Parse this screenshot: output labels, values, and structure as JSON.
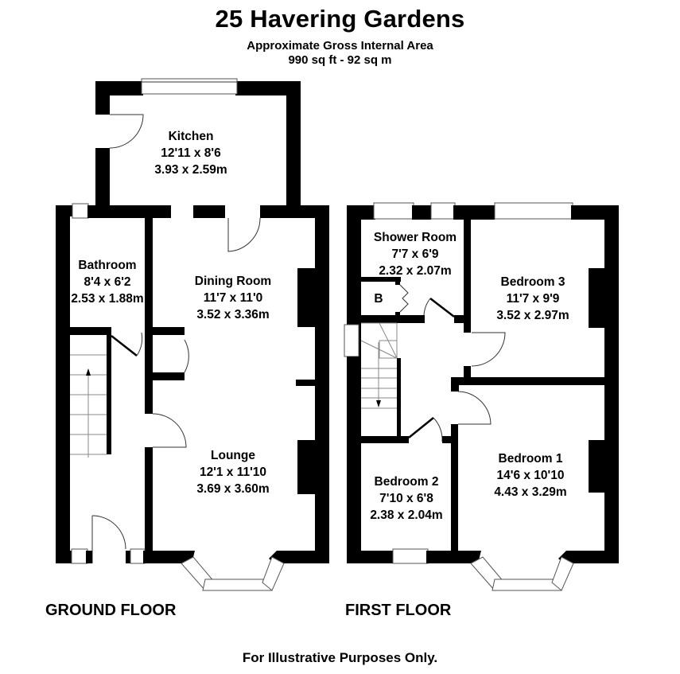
{
  "header": {
    "title": "25 Havering Gardens",
    "subtitle": "Approximate Gross Internal Area",
    "area": "990 sq ft - 92 sq m"
  },
  "ground_floor": {
    "label": "GROUND FLOOR",
    "rooms": [
      {
        "name": "Kitchen",
        "imperial": "12'11 x 8'6",
        "metric": "3.93 x 2.59m"
      },
      {
        "name": "Bathroom",
        "imperial": "8'4 x 6'2",
        "metric": "2.53 x 1.88m"
      },
      {
        "name": "Dining Room",
        "imperial": "11'7 x 11'0",
        "metric": "3.52 x 3.36m"
      },
      {
        "name": "Lounge",
        "imperial": "12'1 x 11'10",
        "metric": "3.69 x 3.60m"
      }
    ]
  },
  "first_floor": {
    "label": "FIRST FLOOR",
    "rooms": [
      {
        "name": "Shower Room",
        "imperial": "7'7 x 6'9",
        "metric": "2.32 x 2.07m"
      },
      {
        "name": "Bedroom 3",
        "imperial": "11'7 x 9'9",
        "metric": "3.52 x 2.97m"
      },
      {
        "name": "Bedroom 1",
        "imperial": "14'6 x 10'10",
        "metric": "4.43 x 3.29m"
      },
      {
        "name": "Bedroom 2",
        "imperial": "7'10 x 6'8",
        "metric": "2.38 x 2.04m"
      }
    ],
    "boiler_cupboard_label": "B"
  },
  "footer": {
    "disclaimer": "For Illustrative Purposes Only."
  }
}
